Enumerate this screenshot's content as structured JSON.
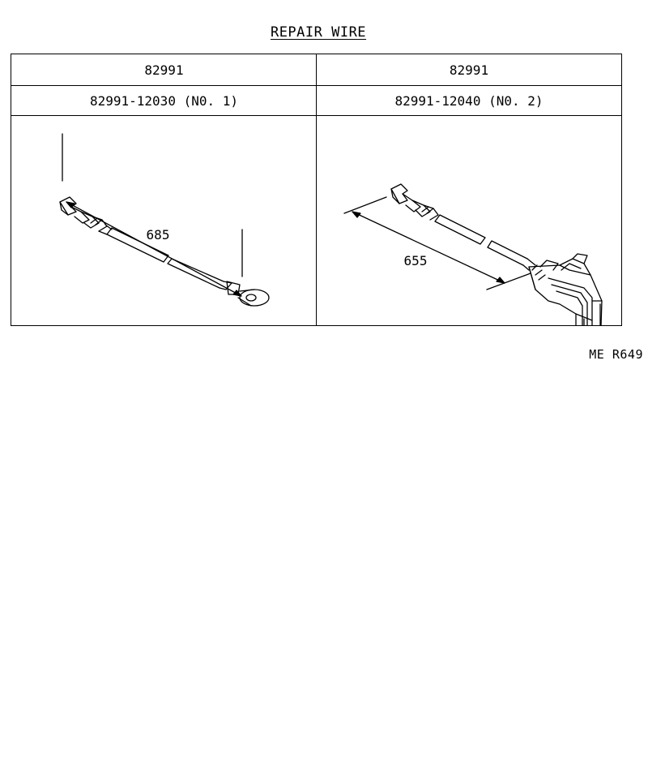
{
  "title": "REPAIR WIRE",
  "columns": [
    {
      "part_group": "82991",
      "part_number": "82991-12030 (N0. 1)",
      "dimension": "685"
    },
    {
      "part_group": "82991",
      "part_number": "82991-12040 (N0. 2)",
      "dimension": "655"
    }
  ],
  "footer_code": "ME R649"
}
